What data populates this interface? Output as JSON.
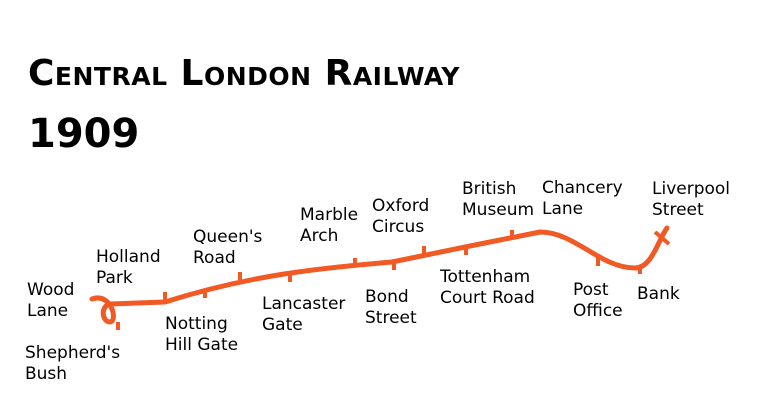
{
  "title": {
    "line1": "Central London Railway",
    "line2": "1909"
  },
  "line_color": "#F15A24",
  "stations": [
    {
      "id": "wood-lane",
      "lines": [
        "Wood",
        "Lane"
      ]
    },
    {
      "id": "shepherds-bush",
      "lines": [
        "Shepherd's",
        "Bush"
      ]
    },
    {
      "id": "holland-park",
      "lines": [
        "Holland",
        "Park"
      ]
    },
    {
      "id": "notting-hill-gate",
      "lines": [
        "Notting",
        "Hill Gate"
      ]
    },
    {
      "id": "queens-road",
      "lines": [
        "Queen's",
        "Road"
      ]
    },
    {
      "id": "lancaster-gate",
      "lines": [
        "Lancaster",
        "Gate"
      ]
    },
    {
      "id": "marble-arch",
      "lines": [
        "Marble",
        "Arch"
      ]
    },
    {
      "id": "bond-street",
      "lines": [
        "Bond",
        "Street"
      ]
    },
    {
      "id": "oxford-circus",
      "lines": [
        "Oxford",
        "Circus"
      ]
    },
    {
      "id": "tottenham-court-road",
      "lines": [
        "Tottenham",
        "Court Road"
      ]
    },
    {
      "id": "british-museum",
      "lines": [
        "British",
        "Museum"
      ]
    },
    {
      "id": "chancery-lane",
      "lines": [
        "Chancery",
        "Lane"
      ]
    },
    {
      "id": "post-office",
      "lines": [
        "Post",
        "Office"
      ]
    },
    {
      "id": "bank",
      "lines": [
        "Bank"
      ]
    },
    {
      "id": "liverpool-street",
      "lines": [
        "Liverpool",
        "Street"
      ]
    }
  ]
}
